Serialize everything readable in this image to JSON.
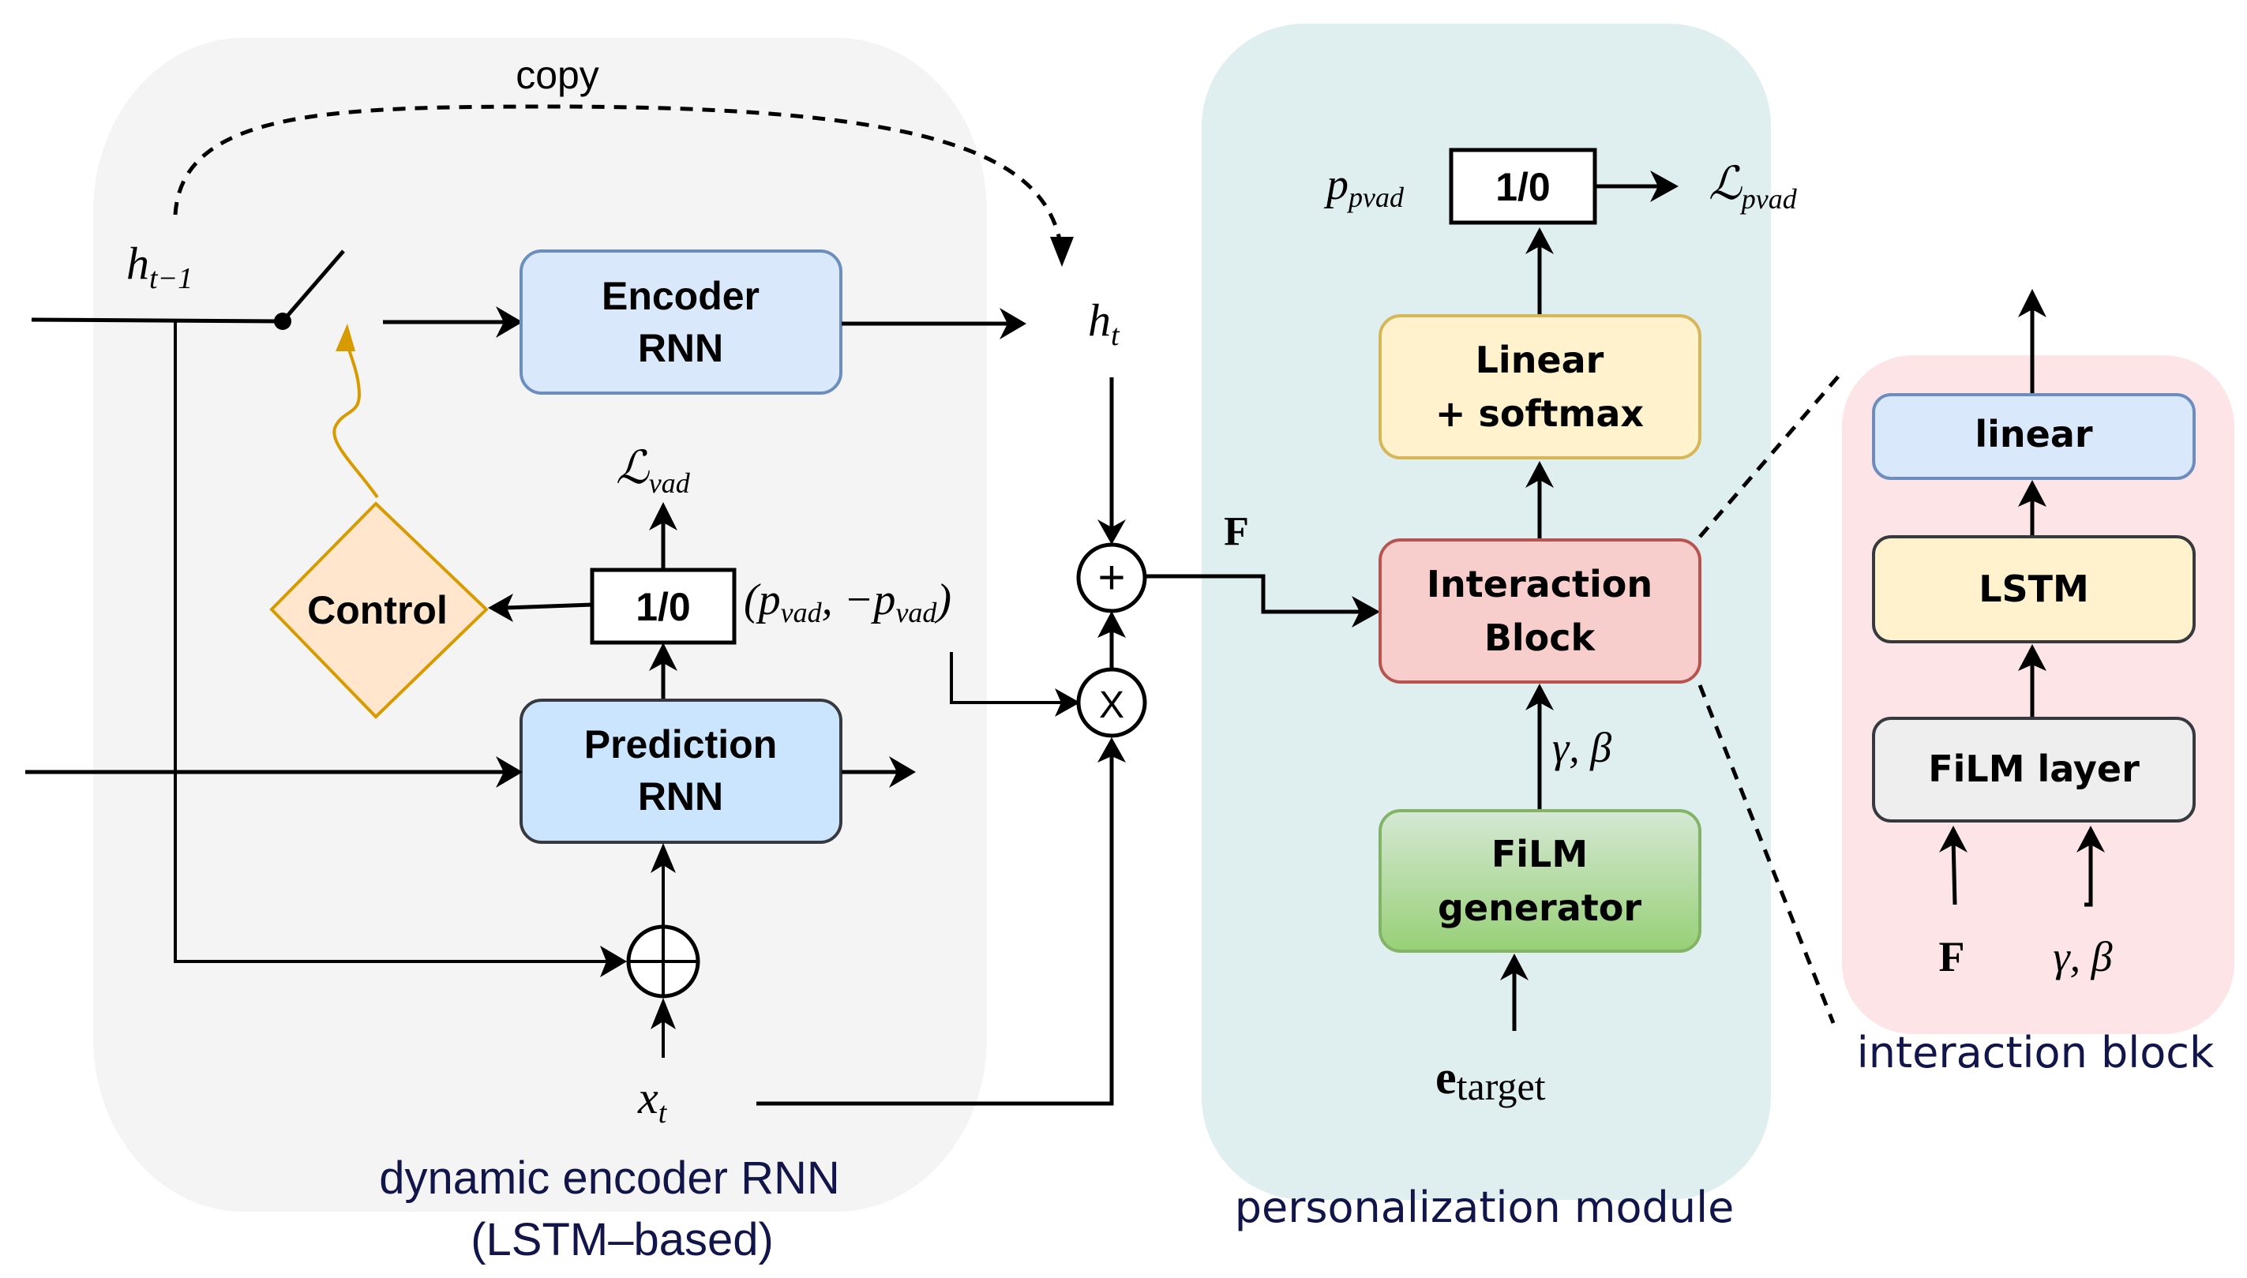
{
  "colors": {
    "left_panel": "#f4f4f4",
    "personalization_panel": "#dfefef",
    "interaction_panel": "#fde4e6",
    "blue_box_fill": "#dae8fc",
    "blue_box_stroke": "#6c8ebf",
    "prediction_fill": "#cce5ff",
    "prediction_stroke": "#36393d",
    "yellow_fill": "#fff2cc",
    "yellow_stroke": "#d6b656",
    "red_fill": "#f8cecc",
    "red_stroke": "#b85450",
    "green_fill_top": "#d5e8d4",
    "green_fill_bottom": "#97d077",
    "green_stroke": "#82b366",
    "control_fill": "#ffe6cc",
    "control_stroke": "#d79b00",
    "film_layer_fill": "#eeeeee",
    "caption_color": "#12154a"
  },
  "labels": {
    "copy": "copy",
    "h_prev": "h",
    "h_prev_sub": "t−1",
    "h_t": "h",
    "h_t_sub": "t",
    "x_t": "x",
    "x_t_sub": "t",
    "encoder_line1": "Encoder",
    "encoder_line2": "RNN",
    "prediction_line1": "Prediction",
    "prediction_line2": "RNN",
    "control": "Control",
    "gate_left": "1/0",
    "loss_vad": "ℒ",
    "loss_vad_sub": "vad",
    "pvad_pair": "(p",
    "pvad_pair_sub1": "vad",
    "pvad_pair_mid": ", −p",
    "pvad_pair_sub2": "vad",
    "pvad_pair_end": ")",
    "plus_op": "+",
    "mult_op": "X",
    "F": "F",
    "p_pvad": "p",
    "p_pvad_sub": "pvad",
    "gate_right": "1/0",
    "loss_pvad": "ℒ",
    "loss_pvad_sub": "pvad",
    "linear_softmax_line1": "Linear",
    "linear_softmax_line2": "+  softmax",
    "interaction_line1": "Interaction",
    "interaction_line2": "Block",
    "gamma_beta": "γ, β",
    "film_gen_line1": "FiLM",
    "film_gen_line2": "generator",
    "e_target": "e",
    "e_target_sub": "target",
    "ib_linear": "linear",
    "ib_lstm": "LSTM",
    "ib_film_layer": "FiLM layer",
    "ib_F": "F",
    "ib_gamma_beta": "γ, β"
  },
  "captions": {
    "left_line1": "dynamic encoder RNN",
    "left_line2": "(LSTM–based)",
    "middle": "personalization module",
    "right": "interaction block"
  }
}
